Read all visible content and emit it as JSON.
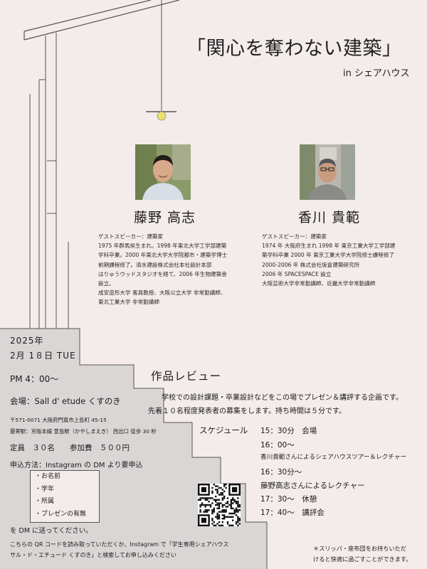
{
  "title": "「関心を奪わない建築」",
  "subtitle": "in シェアハウス",
  "speakers": [
    {
      "name": "藤野 高志",
      "bio": [
        "ゲストスピーカー：建築家",
        "1975 年群馬県生まれ。1998 年東北大学工学部建築",
        "学科卒業。2000 年東北大学大学院都市・建築学博士",
        "前期課程修了。清水建設株式会社本社設計本部",
        "はりゅうウッドスタジオを経て、2006 年生物建築舎",
        "設立。",
        "成安造形大学 客員教授、大阪公立大学 非常勤講師、",
        "東北工業大学 非常勤講師"
      ]
    },
    {
      "name": "香川 貴範",
      "bio": [
        "ゲストスピーカー：建築家",
        "1974 年 大阪府生まれ 1998 年 東京工業大学工学部建",
        "築学科卒業 2000 年 東京工業大学大学院修士課程修了",
        "2000-2006 年 株式会社坂倉建築研究所",
        "2006 年 SPACESPACE 設立",
        "大阪芸術大学非常勤講師、近畿大学非常勤講師"
      ]
    }
  ],
  "event": {
    "year": "2025年",
    "date": "2月 1８日 TUE",
    "time": "PM 4：00～",
    "venue": "会場：Sall d' etude くすのき",
    "address": "〒571-0071 大阪府門真市上島町 45-15",
    "station": "最寄駅：京阪本線 萱島駅（かやしまえき） 西出口 徒歩 30 秒",
    "capacity": "定員　３０名　　参加費　５００円",
    "apply": "申込方法：Instagram の DM より要申込",
    "requirements": [
      "・お名前",
      "・学年",
      "・所属",
      "・プレゼンの有無"
    ],
    "dm_note": "を DM に送ってください。",
    "qr_note_1": "こちらの QR コードを読み取っていただくか、Instagram で「学生専用シェアハウス",
    "qr_note_2": "サル・ド・エチュード くすのき」と検索してお申し込みください"
  },
  "review": {
    "heading": "作品レビュー",
    "line1": "学校での設計課題・卒業設計などをこの場でプレゼン＆講評する企画です。",
    "line2": "先着１０名程度発表者の募集をします。持ち時間は５分です。"
  },
  "schedule": {
    "label": "スケジュール",
    "items": [
      "15：30分　会場",
      "16：00～",
      "香川貴範さんによるシェアハウスツアー＆レクチャー",
      "16：30分～",
      "藤野高志さんによるレクチャー",
      "17：30～　休憩",
      "17：40～　講評会"
    ]
  },
  "footnote": [
    "＊スリッパ・座布団をお持ちいただ",
    "けると快適に過ごすことができます。"
  ],
  "colors": {
    "background": "#f3eceb",
    "panel": "#d9d6d5",
    "line": "#555555",
    "lamp": "#e8e26a"
  }
}
